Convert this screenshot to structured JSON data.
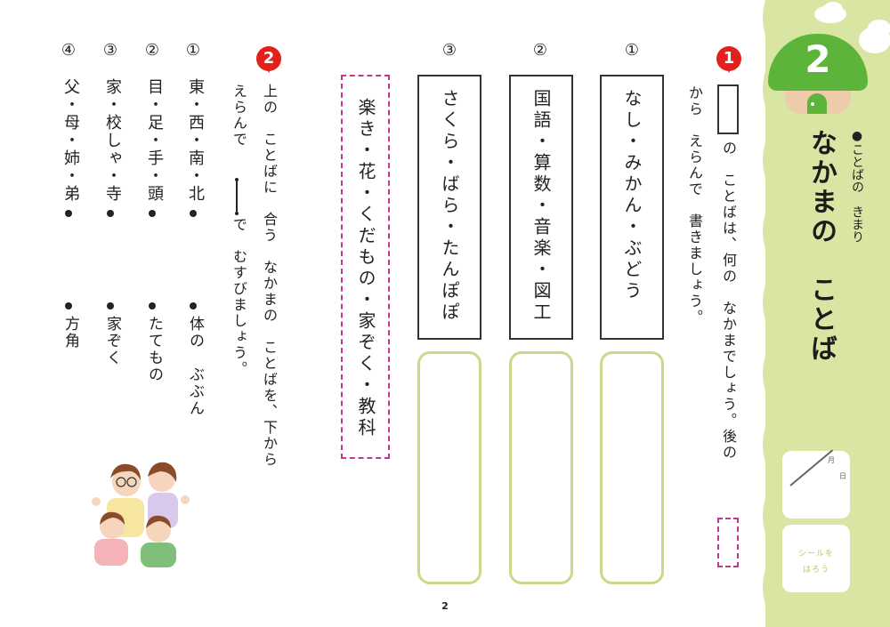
{
  "sidebar": {
    "unit_number": "2",
    "unit_title": "なかまの　ことば",
    "unit_subtitle": "●ことばの　きまり",
    "date_month_label": "月",
    "date_day_label": "日",
    "sticker_label_line1": "シールを",
    "sticker_label_line2": "はろう",
    "colors": {
      "background": "#d9e6a3",
      "mushroom_cap": "#5cb53a",
      "mushroom_stem": "#ecccaa"
    }
  },
  "question1": {
    "badge": "1",
    "instruction_line1_after_box": "の　ことばは、何の　なかまでしょう。後の",
    "instruction_line2": "から　えらんで　書きましょう。",
    "items": [
      {
        "number": "①",
        "words": "なし・みかん・ぶどう"
      },
      {
        "number": "②",
        "words": "国語・算数・音楽・図工"
      },
      {
        "number": "③",
        "words": "さくら・ばら・たんぽぽ"
      }
    ],
    "choices": "楽き・花・くだもの・家ぞく・教科"
  },
  "question2": {
    "badge": "2",
    "instruction_line1": "上の　ことばに　合う　なかまの　ことばを、下から",
    "instruction_line2_a": "えらんで",
    "instruction_line2_b": "で　むすびましょう。",
    "items": [
      {
        "number": "①",
        "words": "東・西・南・北",
        "match": "体の　ぶぶん"
      },
      {
        "number": "②",
        "words": "目・足・手・頭",
        "match": "たてもの"
      },
      {
        "number": "③",
        "words": "家・校しゃ・寺",
        "match": "家ぞく"
      },
      {
        "number": "④",
        "words": "父・母・姉・弟",
        "match": "方角"
      }
    ]
  },
  "footer": {
    "page_number": "2"
  },
  "colors": {
    "badge_red": "#e3201b",
    "dashed_magenta": "#c0388e",
    "answer_box_green": "#c8d98a"
  }
}
